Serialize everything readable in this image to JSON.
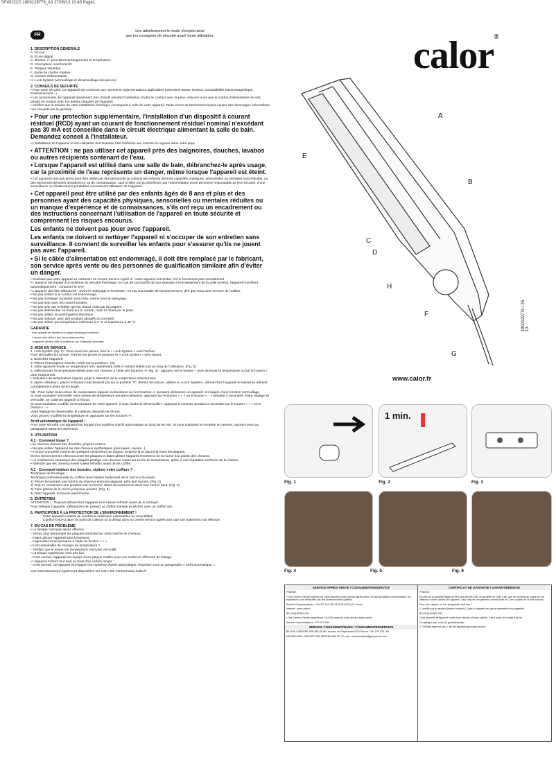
{
  "header": "SF4522C0 1800129779_A3 27/06/13 10:45 Page1",
  "lang": "FR",
  "intro": [
    "Lire attentivement le mode d'emploi ainsi",
    "que les consignes de sécurité avant toute utilisation."
  ],
  "s1_title": "1. DESCRIPTION GENERALE",
  "s1_items": [
    "A. Pinces",
    "B. Ecran digital",
    "C. Bouton -/+ pour diminuer/augmenter la température.",
    "D. Interrupteur marche/arrêt",
    "E. Plaques lissantes",
    "F. Sortie de cordon rotative",
    "G. Cordon d'alimentation",
    "H. Lock System (verrouillage et déverrouillage des pinces)"
  ],
  "s2_title": "2. CONSEILS DE SECURITE",
  "s2_small": [
    "• Pour votre sécurité, cet appareil est conforme aux normes et réglementations applicables (Directives Basse Tension, Compatibilité Electromagnétique, Environnement...).",
    "• Les accessoires de l'appareil deviennent très chauds pendant l'utilisation. Evitez le contact avec la peau. Assurez-vous que le cordon d'alimentation ne soit jamais en contact avec les parties chaudes de l'appareil.",
    "• Vérifiez que la tension de votre installation électrique correspond à celle de votre appareil. Toute erreur de branchement peut causer des dommages irréversibles non couverts par la garantie."
  ],
  "big1": "• Pour une protection supplémentaire, l'installation d'un dispositif à courant résiduel (RCD) ayant un courant de fonctionnement résiduel nominal n'excédant pas 30 mA est conseillée dans le circuit électrique alimentant la salle de bain. Demandez conseil à l'installateur.",
  "small2": "• L'installation de l'appareil et son utilisation doit toutefois être conforme aux normes en vigueur dans votre pays.",
  "big2": "• ATTENTION : ne pas utiliser cet appareil près des baignoires, douches, lavabos ou autres récipients contenant de l'eau.",
  "big3": "• Lorsque l'appareil est utilisé dans une salle de bain, débranchez-le après usage, car la proximité de l'eau représente un danger, même lorsque l'appareil est éteint.",
  "small3": "• Cet appareil n'est pas prévu pour être utilisé par des personnes (y compris les enfants) dont les capacités physiques, sensorielles ou mentales sont réduites, ou des personnes dénuées d'expérience ou de connaissance, sauf si elles ont pu bénéficier, par l'intermédiaire d'une personne responsable de leur sécurité, d'une surveillance ou d'instructions préalables concernant l'utilisation de l'appareil.",
  "big4": "• Cet appareil peut être utilisé par des enfants âgés de 8 ans et plus et des personnes ayant des capacités physiques, sensorielles ou mentales réduites ou un manque d'expérience et de connaissances, s'ils ont reçu un encadrement ou des instructions concernant l'utilisation de l'appareil en toute sécurité et comprennent les risques encourus.",
  "big5": "Les enfants ne doivent pas jouer avec l'appareil.",
  "big6": "Les enfants ne doivent ni nettoyer l'appareil ni s'occuper de son entretien sans surveillance. Il convient de surveiller les enfants pour s'assurer qu'ils ne jouent pas avec l'appareil.",
  "big7": "• Si le câble d'alimentation est endommagé, il doit être remplacé par le fabricant, son service après vente ou des personnes de qualification similaire afin d'éviter un danger.",
  "list1": [
    "• N'utilisez pas votre appareil et contactez un Centre Service Agréé si : votre appareil est tombé, s'il ne fonctionne pas normalement.",
    "• L'appareil est équipé d'un système de sécurité thermique. En cas de surchauffe (dû par exemple à l'encrassement de la grille arrière), l'appareil s'arrêtera automatiquement : contactez le SAV.",
    "• L'appareil doit être débranché : avant le nettoyage et l'entretien, en cas d'anomalie de fonctionnement, dès que vous avez terminé de l'utiliser.",
    "• Ne pas utiliser si le cordon est endommagé.",
    "• Ne pas immerger ni passer sous l'eau, même pour le nettoyage.",
    "• Ne pas tenir avec les mains humides.",
    "• Ne pas tenir par le boîtier qui est chaud, mais par la poignée.",
    "• Ne pas débrancher en tirant sur le cordon, mais en tirant par la prise.",
    "• Ne pas utiliser de prolongateur électrique.",
    "• Ne pas nettoyer avec des produits abrasifs ou corrosifs.",
    "• Ne pas utiliser par température inférieure à 0 °C et supérieure à 35 °C."
  ],
  "garantie_title": "GARANTIE",
  "garantie": [
    "Votre appareil est destiné à un usage domestique seulement.",
    "Il ne peut être utilisé à des fins professionnelles.",
    "La garantie devient nulle et invalide en cas d'utilisation incorrecte."
  ],
  "s3_title": "3. MISE EN SERVICE",
  "s3_lines": [
    "1. Lock System (fig. 1) : Pour ouvrir les pinces, tirez le « Lock System » vers l'arrière.",
    "Pour verrouiller les pinces : fermez les pinces et poussez le « Lock System » vers l'avant.",
    "2. Branchez l'appareil.",
    "3. Placez l'interrupteur marche / arrêt sur la position I. (D)",
    "4. Votre appareil monte en température très rapidement celle-ci restant stable tout au long de l'utilisation. (Fig. 2)",
    "5. Sélectionnez la température idéale pour vos cheveux à l'aide des boutons -/+ (fig. 3) : appuyez sur le bouton – pour diminuer la température ou sur le bouton + pour l'augmenter.",
    "L'indicateur de température clignote jusqu'à obtention de la température sélectionnée.",
    "6. Après utilisation : placez le bouton marche/arrêt (D) sur la position \"0\", fermez les pinces, utilisez le «Lock System», débranchez l'appareil et laissez-le refroidir complètement avant de le ranger."
  ],
  "nb_lines": [
    "NB : Pour éviter toute erreur de manipulation (appuis involontaires sur les boutons +/- pendant utilisation) cet appareil est équipé d'une fonction verrouillage.",
    "Si vous souhaitez verrouiller votre niveau de température pendant utilisation, appuyez sur le bouton « + » ou le bouton « - » pendant 2 secondes. Votre réglage se verrouille, un cadenas apparaît à l'écran.",
    "Si vous souhaitez modifier la température de votre appareil, il vous faudra le déverrouiller : appuyez à nouveau pendant 2 secondes sur le bouton « + » ou le bouton « - ».",
    "Votre réglage se déverrouille, le cadenas disparaît de l'écran.",
    "Vous pouvez modifier la température en appuyant sur les boutons +/-."
  ],
  "arret_title": "Arrêt automatique de l'appareil :",
  "arret": [
    "Pour votre sécurité, cet appareil est équipé d'un système d'arrêt automatique au bout de 60 min. Si vous souhaitez le remettre en service, reportez-vous au paragraphe MISE EN SERVICE."
  ],
  "s4_title": "4. UTILISATION",
  "s41_title": "4.1 - Comment lisser ?",
  "s41": [
    "Les cheveux doivent être démêlés, propres et secs.",
    "• Ne pas utiliser l'appareil sur des cheveux synthétiques (perruques, rajouts...).",
    "• Formez une petite mèche de quelques centimètres de largeur, peignez-la et placez-la entre les plaques.",
    "  Serrez fermement les cheveux entre les plaques et faites glisser l'appareil lentement, de la racine à la pointe des cheveux.",
    "• Le revêtement céramique des plaques protège vos cheveux contre les excès de température, grâce à une répartition uniforme de la chaleur.",
    "• Attendre que les cheveux lissés soient refroidis avant de les coiffer."
  ],
  "s42_title": "4.2 - Comment réaliser des boucles, styliser votre coiffure ? :",
  "s42": [
    "Technique du bouclage :",
    "Technique professionnelle du coiffeur pour styliser facilement de la racine à la pointe.",
    "1) Pincer fermement une mèche de cheveux entre les plaques, près des racines. (Fig. 4)",
    "2) Tout en conservant une pression sur la mèche, faites doucement un demi-tour vers le haut. (Fig. 5)",
    "3) Faire glisser de la racine jusqu'aux pointes. (Fig. 6)",
    "4) Oter l'appareil, le boucle prend forme."
  ],
  "s5_title": "5. ENTRETIEN",
  "s5": [
    "ATTENTION ! : Toujours débrancher l'appareil et le laisser refroidir avant de le nettoyer.",
    "Pour nettoyer l'appareil : débranchez-le, passez un chiffon humide et séchez avec un chiffon sec."
  ],
  "s6_title": "6. PARTICIPONS À LA PROTECTION DE L'ENVIRONNEMENT !",
  "s6": [
    "Votre appareil contient de nombreux matériaux valorisables ou recyclables.",
    "Confiez-celui-ci dans un point de collecte ou à défaut dans un centre service agréé pour que son traitement soit effectué."
  ],
  "s7_title": "7. EN CAS DE PROBLEME",
  "s7": [
    "• Le lissage n'est pas assez efficace :",
    "- Serrez plus fermement les plaques lissantes sur votre mèche de cheveux.",
    "- Faites glisser l'appareil plus lentement.",
    "- Augmentez la température à l'aide du bouton « + ».",
    "• Il est impossible de changer de température ?",
    "- Vérifiez que le niveau de température n'est pas verrouillé.",
    "• La plaque supérieure n'est pas fixe.",
    "- C'est normal, l'appareil est équipé d'une plaque mobile pour une meilleure efficacité de lissage.",
    "• L'appareil s'éteint tout seul au bout d'un certain temps :",
    "- C'est normal, cet appareil est équipé d'un système d'arrêt automatique. Reportez vous au paragraphe « arrêt automatique »."
  ],
  "footer": "Ces instructionssont également disponibles sur notre site Internet www.Calor.fr",
  "logo": "calor",
  "logo_reg": "®",
  "website": "www.calor.fr",
  "ref": "1800129779 / 25-13",
  "parts": {
    "A": "A",
    "B": "B",
    "C": "C",
    "D": "D",
    "E": "E",
    "F": "F",
    "G": "G",
    "H": "H"
  },
  "fig2_text": "1 min.",
  "figs": [
    "Fig. 1",
    "Fig. 2",
    "Fig. 3",
    "Fig. 4",
    "Fig. 5",
    "Fig. 6"
  ],
  "guarantee": {
    "left_title": "SERVICE APRES-VENTE / CONSUMENTENSERVICE",
    "left_texts": [
      "FRANCE",
      "• Des Centres Service Agréés par Calor assurent notre service après-vente. En tant qu'acteur consommateur, les réparations sont effectuées par des professionnels qualifiés.",
      "Service Consommateurs : CALOR S.A. BP 15 69131 ECULLY Cedex",
      "Internet : www.calor.fr",
      "BELGIQUE/BELGIE",
      "• Des Centres Service Agréés par CALOR assurent notre service après-vente.",
      "Service consommateurs : 070 233 159"
    ],
    "left_title2": "SERVICE CONSOMMATEURS / CONSUMENTENSERVICE",
    "left_contacts": [
      "BELGIË / GROUPE SEB BELGIUM / Avenue de l'Espérance 6220 Fleurus / Tel: 070 233 159",
      "NEDERLAND / GROUPE SEB NEDERLAND BV / E-mail: consumentinfo@groupeseb.com"
    ],
    "right_title": "CERTIFICAT DE GARANTIE / GARANTIEBEWIJS",
    "right_texts": [
      "FRANCE",
      "En plus de la garantie légale au titre des articles 1641 et suivants du Code Civil, due en tout état de cause sur les défauts et vices cachés de l'appareil, Calor assure une garantie contractuelle de 2 ans à partir de la date d'achat.",
      "Pour être valable, ce bon de garantie doit être :",
      "1- certifié par le vendeur (date et cachet)   2- joint à l'appareil en cas de réparation sous garantie",
      "BELGIQUE/BELGIË",
      "Calor garantit cet appareil contre tous défauts et vices cachés 1 an à partir de la date d'achat.",
      "De geldig is zijn, moet dit garantiebewijs :",
      "1- Volledig ingevuld zijn   2- Bij het apparaat gevoegd worden"
    ]
  }
}
